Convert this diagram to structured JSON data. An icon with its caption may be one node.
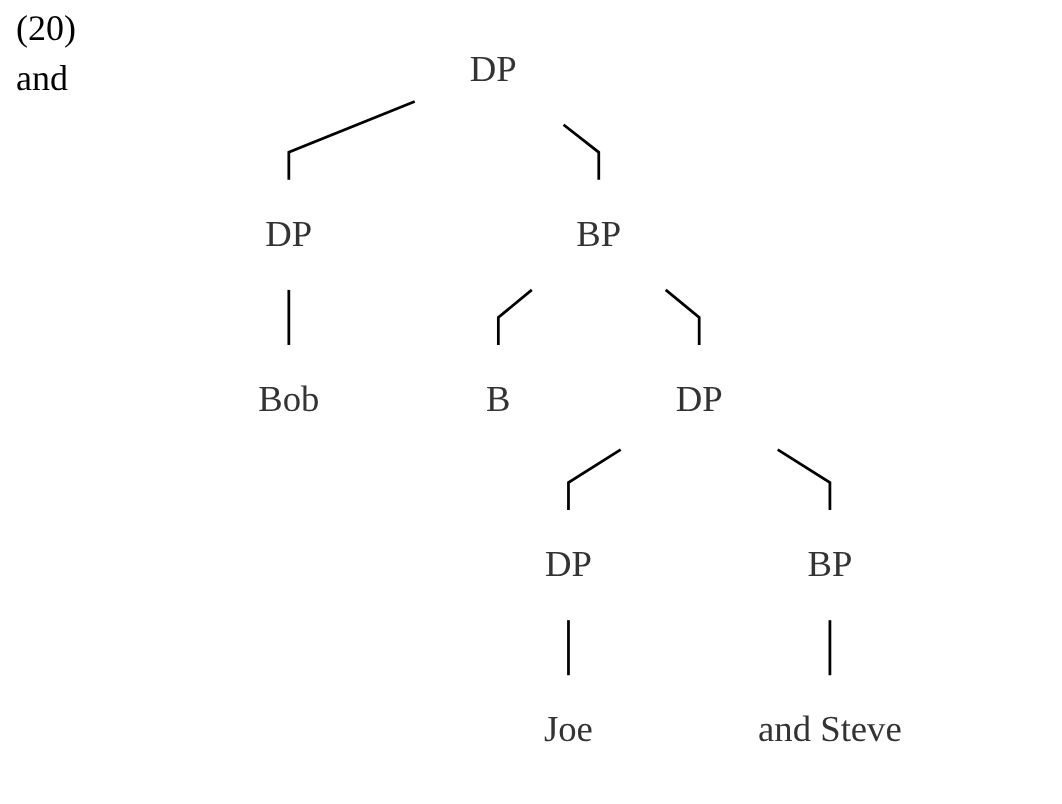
{
  "diagram": {
    "nodes": [
      {
        "text": [
          "DP"
        ]
      },
      {
        "text": [
          "DP"
        ]
      },
      {
        "text": [
          "Bob"
        ]
      },
      {
        "text": [
          "BP"
        ]
      },
      {
        "text": [
          "B"
        ]
      },
      {
        "text": [
          "DP"
        ]
      },
      {
        "text": [
          "DP"
        ]
      },
      {
        "text": [
          "Joe"
        ]
      },
      {
        "text": [
          "BP"
        ]
      },
      {
        "text": [
          "and Steve"
        ]
      }
    ],
    "edges": [
      {
        "from": 0,
        "to": 1,
        "arrow": "none"
      },
      {
        "from": 0,
        "to": 3,
        "arrow": "none"
      },
      {
        "from": 1,
        "to": 2,
        "arrow": "none"
      },
      {
        "from": 3,
        "to": 4,
        "arrow": "none"
      },
      {
        "from": 3,
        "to": 5,
        "arrow": "none"
      },
      {
        "from": 5,
        "to": 6,
        "arrow": "none"
      },
      {
        "from": 5,
        "to": 8,
        "arrow": "none"
      },
      {
        "from": 6,
        "to": 7,
        "arrow": "none"
      },
      {
        "from": 8,
        "to": 9,
        "arrow": "none"
      }
    ],
    "labels": [
      "(20)",
      "and"
    ]
  }
}
